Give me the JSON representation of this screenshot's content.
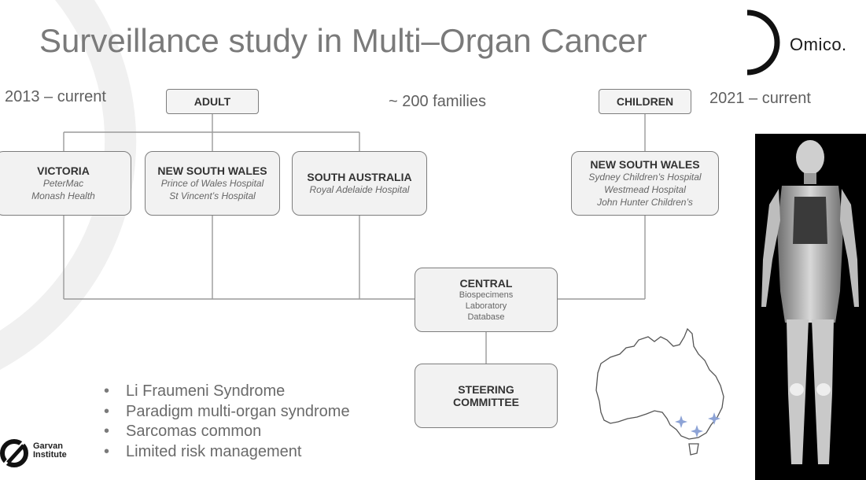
{
  "title": "Surveillance study in Multi–Organ Cancer",
  "logo": {
    "brand": "Omico."
  },
  "periods": {
    "adult": "2013 – current",
    "children": "2021 – current"
  },
  "families_note": "~ 200 families",
  "groups": {
    "adult": "ADULT",
    "children": "CHILDREN"
  },
  "sites": {
    "victoria": {
      "title": "VICTORIA",
      "lines": [
        "PeterMac",
        "Monash Health"
      ]
    },
    "nsw_adult": {
      "title": "NEW SOUTH WALES",
      "lines": [
        "Prince of Wales Hospital",
        "St Vincent’s Hospital"
      ]
    },
    "sa": {
      "title": "SOUTH AUSTRALIA",
      "lines": [
        "Royal Adelaide Hospital"
      ]
    },
    "nsw_children": {
      "title": "NEW SOUTH WALES",
      "lines": [
        "Sydney Children’s Hospital",
        "Westmead Hospital",
        "John Hunter Children’s"
      ]
    }
  },
  "central": {
    "title": "CENTRAL",
    "lines": [
      "Biospecimens",
      "Laboratory",
      "Database"
    ]
  },
  "steering": {
    "title_line1": "STEERING",
    "title_line2": "COMMITTEE"
  },
  "bullets": [
    "Li Fraumeni Syndrome",
    "Paradigm multi-organ syndrome",
    "Sarcomas common",
    "Limited risk management"
  ],
  "institute": {
    "line1": "Garvan",
    "line2": "Institute"
  },
  "colors": {
    "arc": "#f0f0f0",
    "box_fill": "#f2f2f2",
    "box_border": "#7d7d7d",
    "line": "#9a9a9a",
    "star": "#8da3d6"
  },
  "icons": [
    "omico-logo-icon",
    "garvan-logo-icon",
    "australia-map-icon",
    "star-icon",
    "body-mri-scan-image"
  ]
}
